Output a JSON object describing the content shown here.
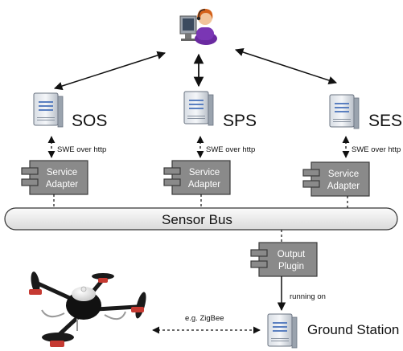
{
  "nodes": {
    "sos": {
      "label": "SOS"
    },
    "sps": {
      "label": "SPS"
    },
    "ses": {
      "label": "SES"
    }
  },
  "protocol_label": "SWE over http",
  "adapter": {
    "line1": "Service",
    "line2": "Adapter"
  },
  "bus": {
    "label": "Sensor Bus"
  },
  "plugin": {
    "line1": "Output",
    "line2": "Plugin"
  },
  "running_on": "running on",
  "zigbee": "e.g. ZigBee",
  "ground_station": "Ground Station",
  "colors": {
    "box_fill": "#8a8a8a",
    "box_stroke": "#3a3a3a",
    "bus_fill": "#ececec",
    "line": "#111111",
    "user_hair": "#d4621a",
    "user_body": "#6a2aa0",
    "drone_body": "#111111",
    "propeller_red": "#c63a32"
  },
  "icons": [
    "user-at-computer-icon",
    "server-icon",
    "component-box-icon",
    "quadcopter-drone-icon"
  ]
}
